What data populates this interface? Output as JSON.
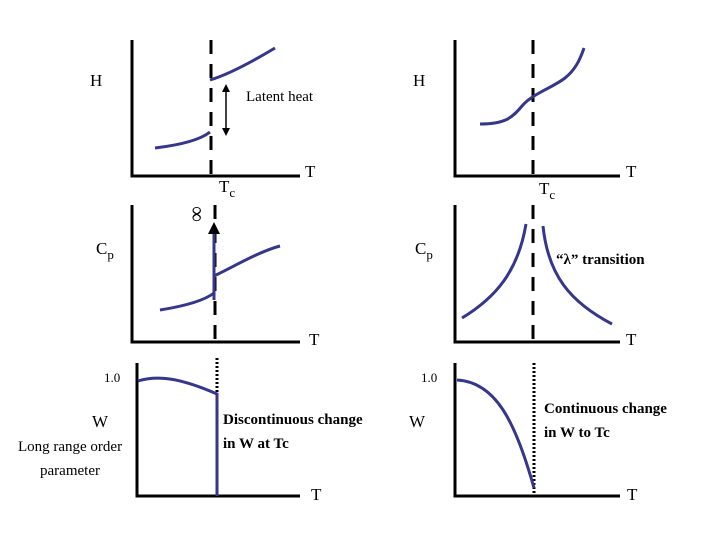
{
  "colors": {
    "curve": "#36368a",
    "axis": "#000000",
    "background": "#ffffff"
  },
  "panels": {
    "first_order": {
      "enthalpy": {
        "y_label": "H",
        "x_label": "T",
        "tc_label": "T",
        "tc_sub": "c",
        "annotation": "Latent heat"
      },
      "heat_capacity": {
        "y_label": "C",
        "y_sub": "p",
        "x_label": "T",
        "infinity_label": "∞"
      },
      "order_parameter": {
        "y_value": "1.0",
        "y_label": "W",
        "y_desc_line1": "Long range order",
        "y_desc_line2": "parameter",
        "x_label": "T",
        "note_line1": "Discontinuous change",
        "note_line2": "in W at Tc"
      }
    },
    "second_order": {
      "enthalpy": {
        "y_label": "H",
        "x_label": "T",
        "tc_label": "T",
        "tc_sub": "c"
      },
      "heat_capacity": {
        "y_label": "C",
        "y_sub": "p",
        "x_label": "T",
        "annotation": "“λ” transition"
      },
      "order_parameter": {
        "y_value": "1.0",
        "y_label": "W",
        "x_label": "T",
        "note_line1": "Continuous change",
        "note_line2": "in W to Tc"
      }
    }
  }
}
